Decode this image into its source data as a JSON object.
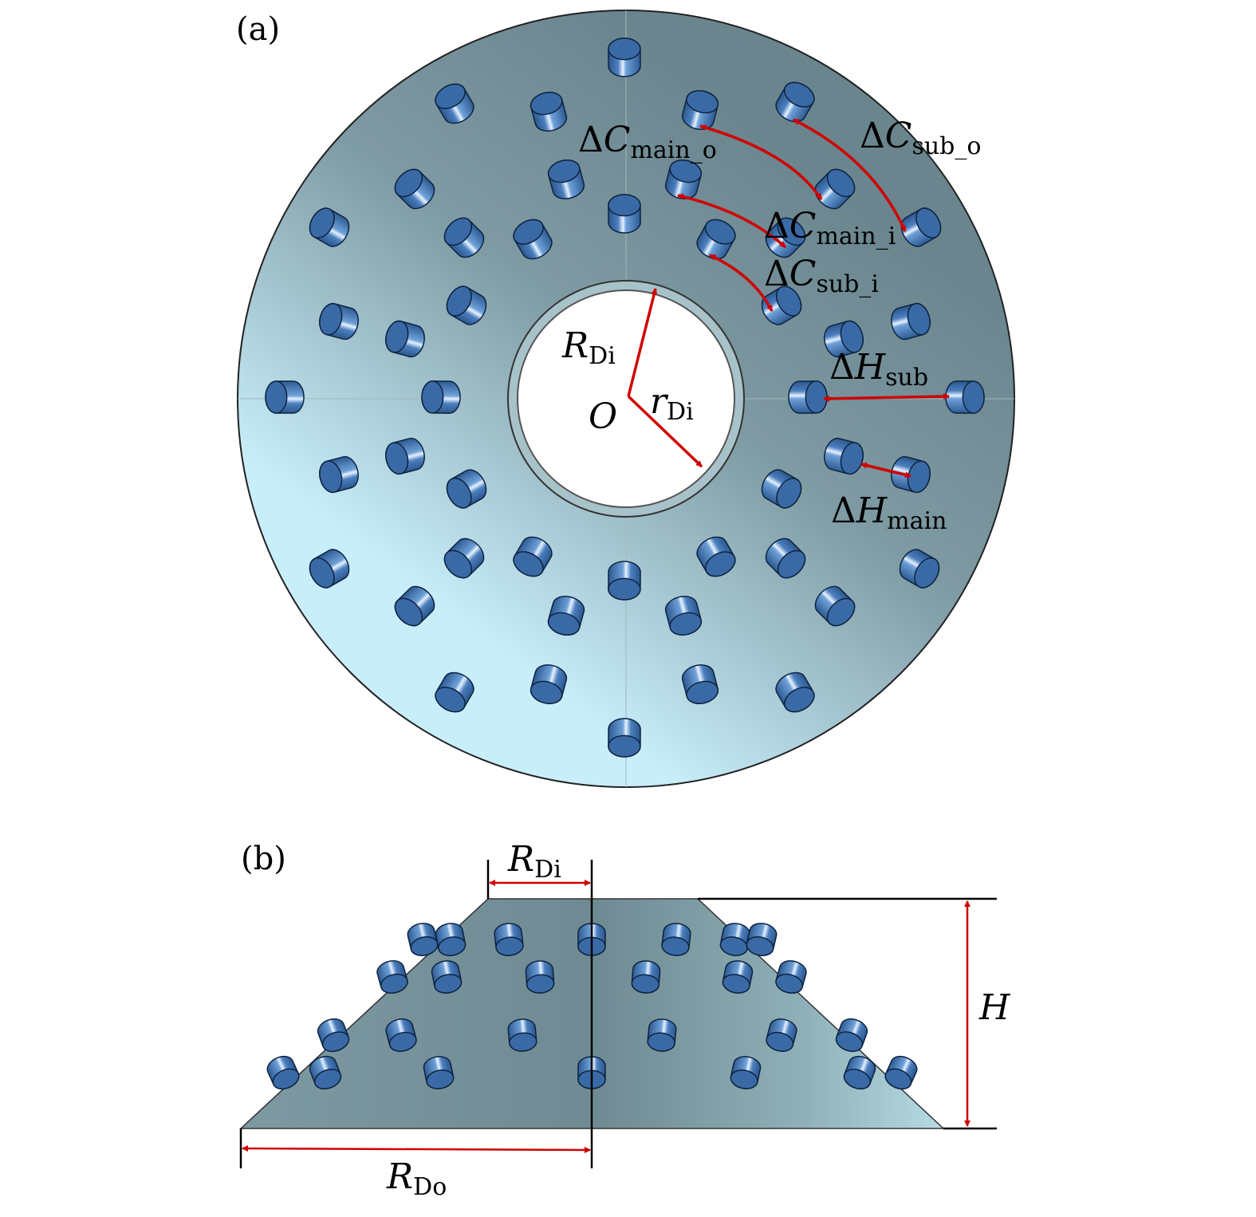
{
  "panel_a": {
    "label": "(a)",
    "origin": "O",
    "labels": {
      "dc_main_o": {
        "delta": "Δ",
        "main": "C",
        "sub": "main_o"
      },
      "dc_sub_o": {
        "delta": "Δ",
        "main": "C",
        "sub": "sub_o"
      },
      "dc_main_i": {
        "delta": "Δ",
        "main": "C",
        "sub": "main_i"
      },
      "dc_sub_i": {
        "delta": "Δ",
        "main": "C",
        "sub": "sub_i"
      },
      "dh_sub": {
        "delta": "Δ",
        "main": "H",
        "sub": "sub"
      },
      "dh_main": {
        "delta": "Δ",
        "main": "H",
        "sub": "main"
      },
      "r_di_upper": {
        "main": "R",
        "sub": "Di"
      },
      "r_di_lower": {
        "main": "r",
        "sub": "Di"
      }
    }
  },
  "panel_b": {
    "label": "(b)",
    "labels": {
      "r_di": {
        "main": "R",
        "sub": "Di"
      },
      "r_do": {
        "main": "R",
        "sub": "Do"
      },
      "h": "H"
    }
  },
  "colors": {
    "annotation": "#d00000",
    "pin": "#3f6fa8",
    "disk_light": "#c8eefa",
    "disk_dark": "#6e8a93"
  }
}
